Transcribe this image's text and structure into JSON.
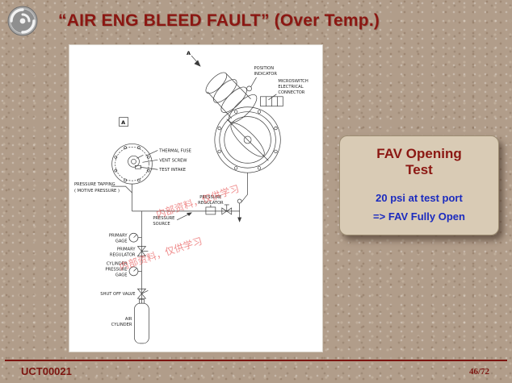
{
  "slide": {
    "title": "“AIR ENG BLEED FAULT” (Over Temp.)"
  },
  "callout": {
    "title": "FAV Opening Test",
    "lines": [
      "20 psi at test port",
      "=> FAV Fully Open"
    ]
  },
  "footer": {
    "code": "UCT00021",
    "page": "46/72"
  },
  "icons": {
    "logo": "swirl-logo-icon"
  },
  "colors": {
    "accent_maroon": "#8b1712",
    "accent_blue": "#1b2bbf",
    "background_tan": "#b19d8a",
    "callout_fill": "#d9cbb5"
  },
  "diagram": {
    "labels": {
      "marker_top": "A",
      "marker_box": "A",
      "position_indicator": [
        "POSITION",
        "INDICATOR"
      ],
      "microswitch": [
        "MICROSWITCH",
        "ELECTRICAL",
        "CONNECTOR"
      ],
      "thermal_fuse": "THERMAL FUSE",
      "vent_screw": "VENT SCREW",
      "test_intake": "TEST INTAKE",
      "pressure_tapping": [
        "PRESSURE TAPPING",
        "( MOTIVE PRESSURE )"
      ],
      "pressure_regulator": [
        "PRESSURE",
        "REGULATOR"
      ],
      "pressure_source": [
        "PRESSURE",
        "SOURCE"
      ],
      "primary_gage": [
        "PRIMARY",
        "GAGE"
      ],
      "primary_regulator": [
        "PRIMARY",
        "REGULATOR"
      ],
      "cylinder_pressure_gage": [
        "CYLINDER",
        "PRESSURE",
        "GAGE"
      ],
      "shut_off_valve": "SHUT OFF VALVE",
      "air_cylinder": [
        "AIR",
        "CYLINDER"
      ]
    },
    "watermark": "内部资料，仅供学习"
  }
}
